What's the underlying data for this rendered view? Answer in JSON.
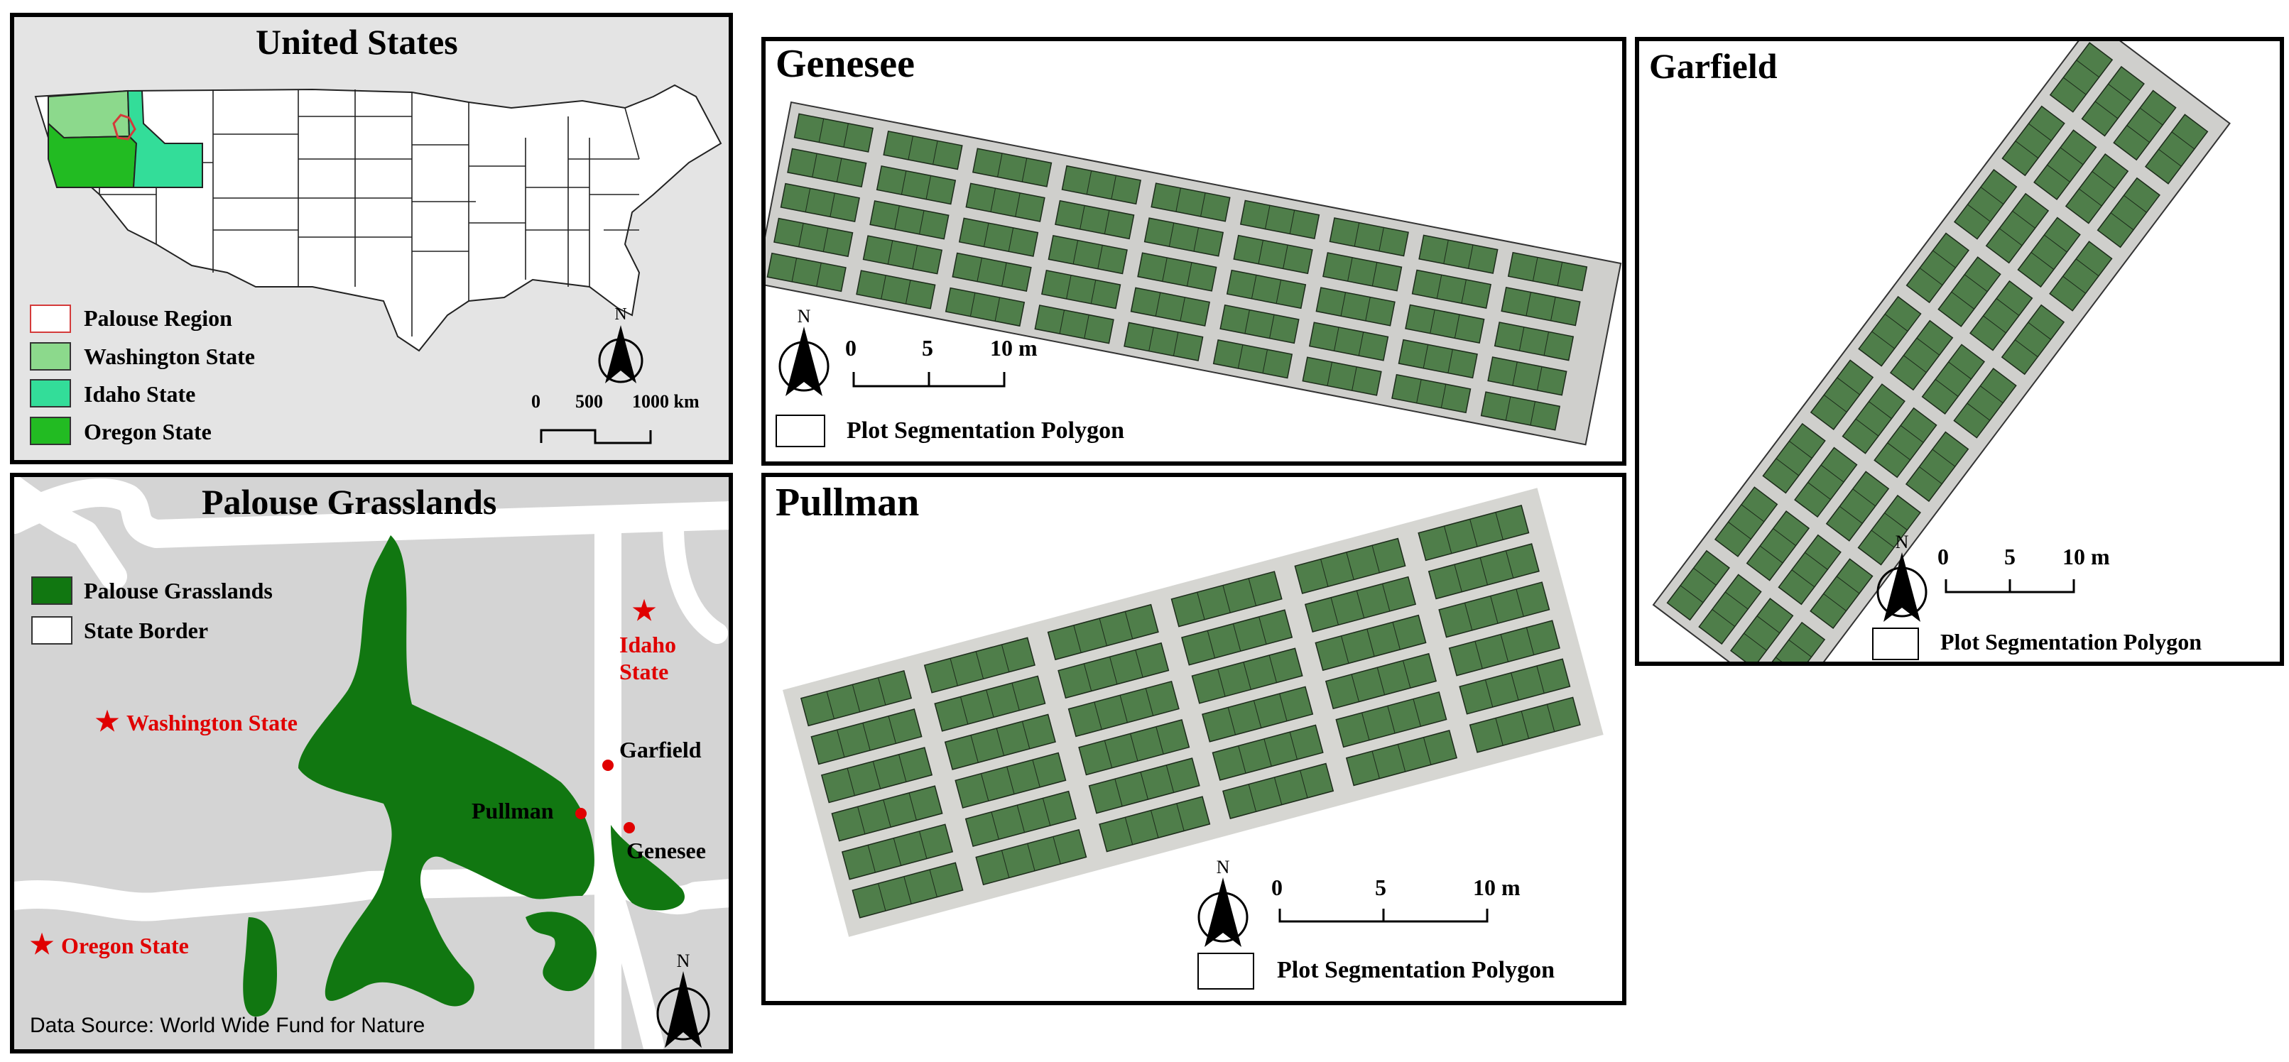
{
  "us_panel": {
    "title": "United States",
    "legend": [
      {
        "label": "Palouse Region",
        "fill": "#ffffff",
        "stroke": "#d43a3a"
      },
      {
        "label": "Washington State",
        "fill": "#8cd98c",
        "stroke": "#333333"
      },
      {
        "label": "Idaho State",
        "fill": "#33dd99",
        "stroke": "#333333"
      },
      {
        "label": "Oregon State",
        "fill": "#22bb22",
        "stroke": "#333333"
      }
    ],
    "scale_ticks": [
      "0",
      "500",
      "1000 km"
    ],
    "north_label": "N"
  },
  "palouse_panel": {
    "title": "Palouse Grasslands",
    "legend": [
      {
        "label": "Palouse Grasslands",
        "fill": "#117711"
      },
      {
        "label": "State Border",
        "fill": "#ffffff"
      }
    ],
    "states": [
      "Idaho",
      "State",
      "Washington State",
      "Oregon State"
    ],
    "sites": [
      "Garfield",
      "Pullman",
      "Genesee"
    ],
    "source": "Data Source: World Wide Fund for Nature",
    "north_label": "N",
    "colors": {
      "background": "#d4d4d4",
      "road": "#ffffff",
      "grassland": "#117711",
      "marker": "#e00000"
    }
  },
  "genesee_panel": {
    "title": "Genesee",
    "scale_ticks": [
      "0",
      "5",
      "10 m"
    ],
    "legend_label": "Plot Segmentation Polygon",
    "north_label": "N"
  },
  "pullman_panel": {
    "title": "Pullman",
    "scale_ticks": [
      "0",
      "5",
      "10 m"
    ],
    "legend_label": "Plot Segmentation Polygon",
    "north_label": "N"
  },
  "garfield_panel": {
    "title": "Garfield",
    "scale_ticks": [
      "0",
      "5",
      "10 m"
    ],
    "legend_label": "Plot Segmentation Polygon",
    "north_label": "N"
  }
}
